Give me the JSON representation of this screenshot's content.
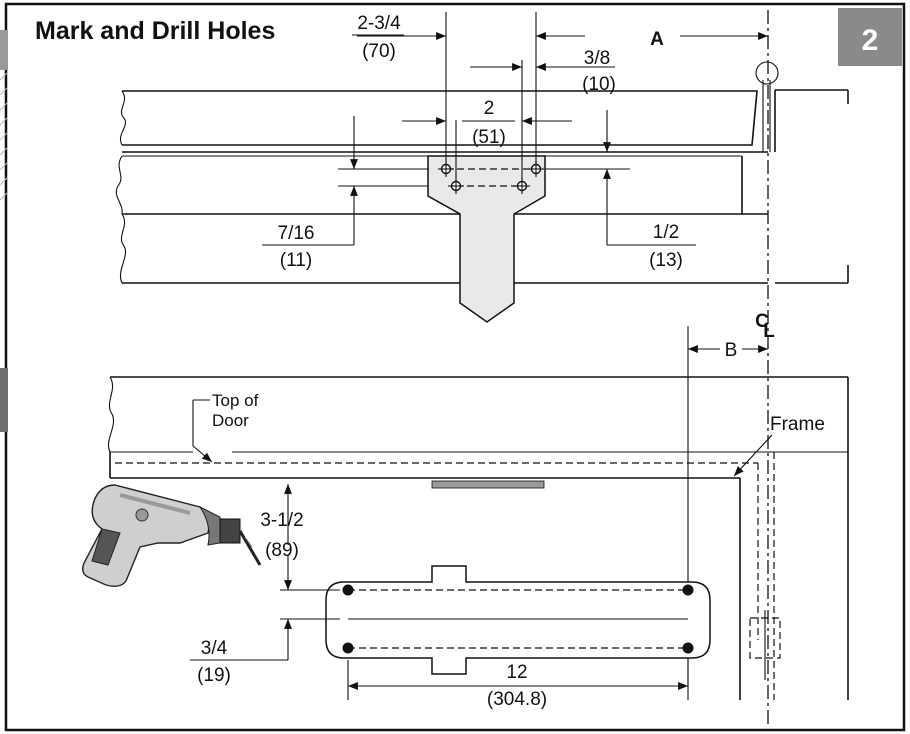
{
  "title": "Mark and Drill Holes",
  "step_number": "2",
  "colors": {
    "badge": "#8a8a8a",
    "template_fill": "#e9e9e9",
    "strip": "#9a9a9a"
  },
  "icons": [
    "drill-icon"
  ],
  "dims": {
    "d1": {
      "in": "2-3/4",
      "mm": "(70)"
    },
    "d2": {
      "in": "3/8",
      "mm": "(10)"
    },
    "d3": {
      "in": "2",
      "mm": "(51)"
    },
    "d4": {
      "in": "7/16",
      "mm": "(11)"
    },
    "d5": {
      "in": "1/2",
      "mm": "(13)"
    },
    "d6": {
      "in": "3-1/2",
      "mm": "(89)"
    },
    "d7": {
      "in": "3/4",
      "mm": "(19)"
    },
    "d8": {
      "in": "12",
      "mm": "(304.8)"
    }
  },
  "labels": {
    "a": "A",
    "b": "B",
    "cl_c": "C",
    "cl_l": "L",
    "top_of_door_1": "Top of",
    "top_of_door_2": "Door",
    "frame": "Frame"
  }
}
